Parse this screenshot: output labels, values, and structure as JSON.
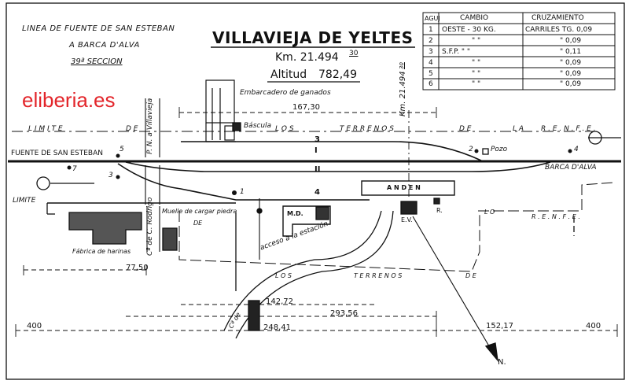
{
  "header": {
    "line1": "LINEA DE FUENTE DE SAN ESTEBAN",
    "line2": "A BARCA D'ALVA",
    "line3": "39ª SECCION"
  },
  "station": {
    "name": "VILLAVIEJA DE YELTES",
    "km_label": "Km. 21.494",
    "km_sup": "30",
    "alt_label": "Altitud",
    "alt_value": "782,49"
  },
  "watermark": "eliberia.es",
  "table": {
    "head": [
      "AGUJ",
      "CAMBIO",
      "CRUZAMIENTO"
    ],
    "rows": [
      [
        "1",
        "OESTE - 30 KG.",
        "CARRILES TG. 0,09"
      ],
      [
        "2",
        "\"   \"",
        "\"   0,09"
      ],
      [
        "3",
        "S.F.P.  \"  \"",
        "\"   0,11"
      ],
      [
        "4",
        "\"   \"",
        "\"   0,09"
      ],
      [
        "5",
        "\"   \"",
        "\"   0,09"
      ],
      [
        "6",
        "\"   \"",
        "\"   0,09"
      ]
    ]
  },
  "labels": {
    "embarcadero": "Embarcadero de ganados",
    "bascula": "Báscula",
    "km_vertical": "Km. 21.494",
    "km_vertical_sup": "30",
    "pozo": "Pozo",
    "fuente": "FUENTE DE SAN ESTEBAN",
    "barca": "BARCA D'ALVA",
    "anden": "A N D E N",
    "md": "M.D.",
    "r": "R.",
    "ev": "E.V.",
    "muelle": "Muelle de cargar piedra",
    "de1": "DE",
    "fabrica": "Fábrica de harinas",
    "acceso": "acceso a la estación",
    "limite_left": "LIMITE",
    "north": "N.",
    "pn": "P. N. a Villavieja",
    "cr": "Cª de C. Rodrigo",
    "cr2": "Cª de",
    "track3": "3",
    "track1": "I",
    "track2": "II",
    "track4": "4",
    "sw1": "1",
    "sw2": "2",
    "sw3": "3",
    "sw4": "4",
    "sw5": "5",
    "sw7": "7",
    "top_boundary": [
      "L I M I T E",
      "D E",
      "L O S",
      "T E R R E N O S",
      "D E",
      "L A",
      "R . E . N . F . E ."
    ],
    "right_boundary": [
      "L O",
      "R . E . N . F . E ."
    ],
    "bottom_boundary": [
      "L O S",
      "T E R R E N O S",
      "D E"
    ]
  },
  "dimensions": {
    "d167": "167,30",
    "d7750": "77,50",
    "d14272": "142,72",
    "d29356": "293,56",
    "d24841": "248,41",
    "d15217": "152,17",
    "d400l": "400",
    "d400r": "400"
  }
}
